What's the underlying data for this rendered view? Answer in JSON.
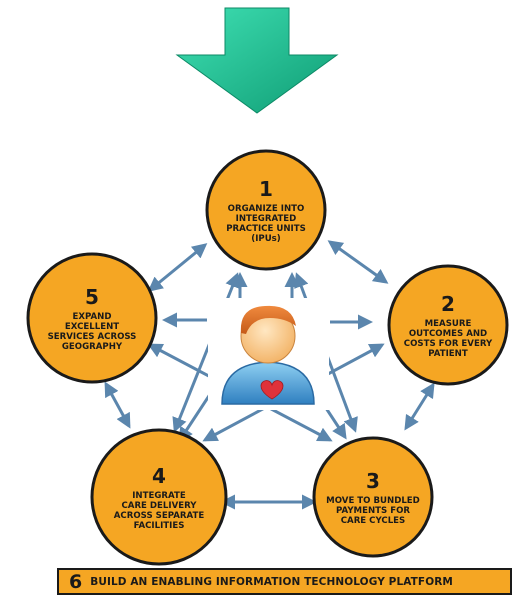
{
  "colors": {
    "circle_fill": "#f5a623",
    "circle_stroke": "#1a1a1a",
    "connector_arrow": "#5b86ad",
    "top_arrow": "#1dbf95"
  },
  "icons": {
    "top_arrow": "down-arrow-icon",
    "center": "patient-heart-icon"
  },
  "nodes": [
    {
      "number": "1",
      "lines": [
        "ORGANIZE INTO",
        "INTEGRATED",
        "PRACTICE UNITS",
        "(IPUs)"
      ]
    },
    {
      "number": "2",
      "lines": [
        "MEASURE",
        "OUTCOMES AND",
        "COSTS FOR EVERY",
        "PATIENT"
      ]
    },
    {
      "number": "3",
      "lines": [
        "MOVE TO BUNDLED",
        "PAYMENTS FOR",
        "CARE CYCLES"
      ]
    },
    {
      "number": "4",
      "lines": [
        "INTEGRATE",
        "CARE DELIVERY",
        "ACROSS SEPARATE",
        "FACILITIES"
      ]
    },
    {
      "number": "5",
      "lines": [
        "EXPAND",
        "EXCELLENT",
        "SERVICES ACROSS",
        "GEOGRAPHY"
      ]
    }
  ],
  "platform": {
    "number": "6",
    "label": "BUILD AN ENABLING INFORMATION TECHNOLOGY PLATFORM"
  }
}
